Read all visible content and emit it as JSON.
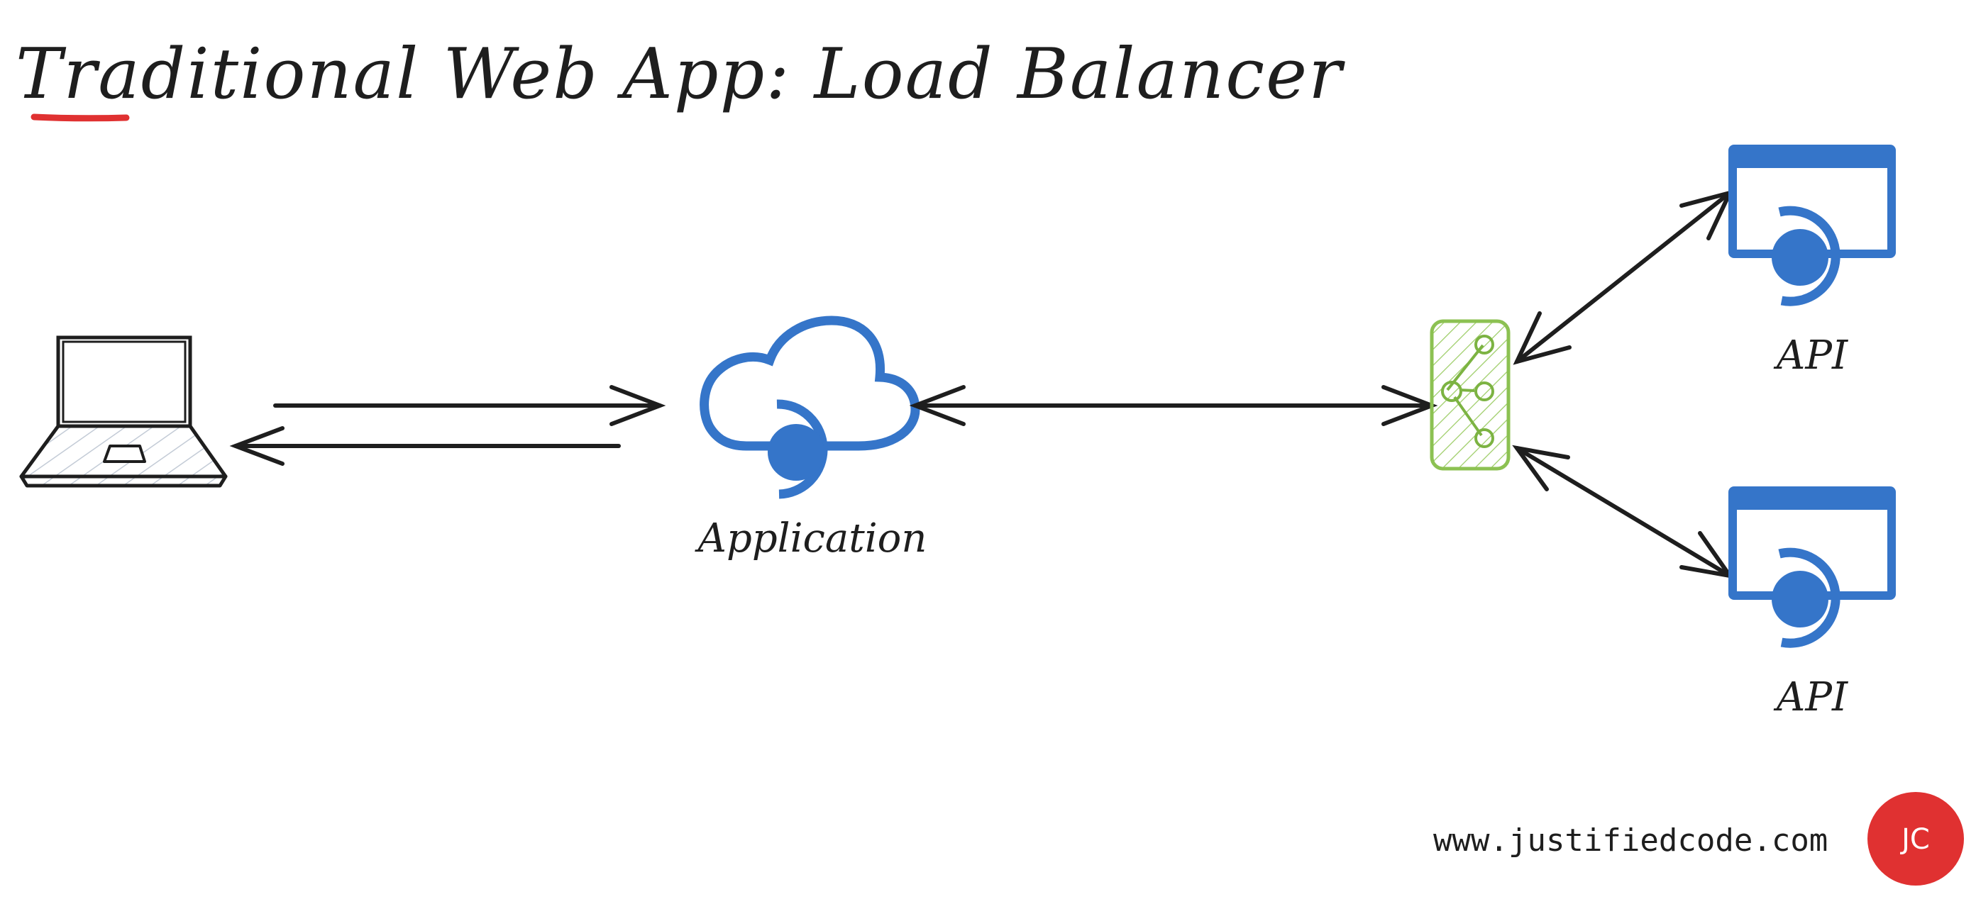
{
  "diagram": {
    "title": "Traditional Web App: Load Balancer",
    "nodes": {
      "client": {
        "icon": "laptop-icon",
        "label": ""
      },
      "application": {
        "icon": "cloud-app-icon",
        "label": "Application"
      },
      "load_balancer": {
        "icon": "load-balancer-icon",
        "label": ""
      },
      "api_top": {
        "icon": "api-window-icon",
        "label": "API"
      },
      "api_bottom": {
        "icon": "api-window-icon",
        "label": "API"
      }
    },
    "edges": [
      {
        "from": "client",
        "to": "application",
        "direction": "forward"
      },
      {
        "from": "application",
        "to": "client",
        "direction": "forward"
      },
      {
        "from": "application",
        "to": "load_balancer",
        "direction": "bidirectional"
      },
      {
        "from": "load_balancer",
        "to": "api_top",
        "direction": "bidirectional"
      },
      {
        "from": "load_balancer",
        "to": "api_bottom",
        "direction": "bidirectional"
      }
    ]
  },
  "footer": {
    "url": "www.justifiedcode.com",
    "badge": "JC"
  },
  "colors": {
    "ink": "#1e1e1e",
    "accent_red": "#e03131",
    "app_blue": "#3575c9",
    "lb_green": "#8cc152",
    "laptop_hatch": "#c3cbd6"
  }
}
